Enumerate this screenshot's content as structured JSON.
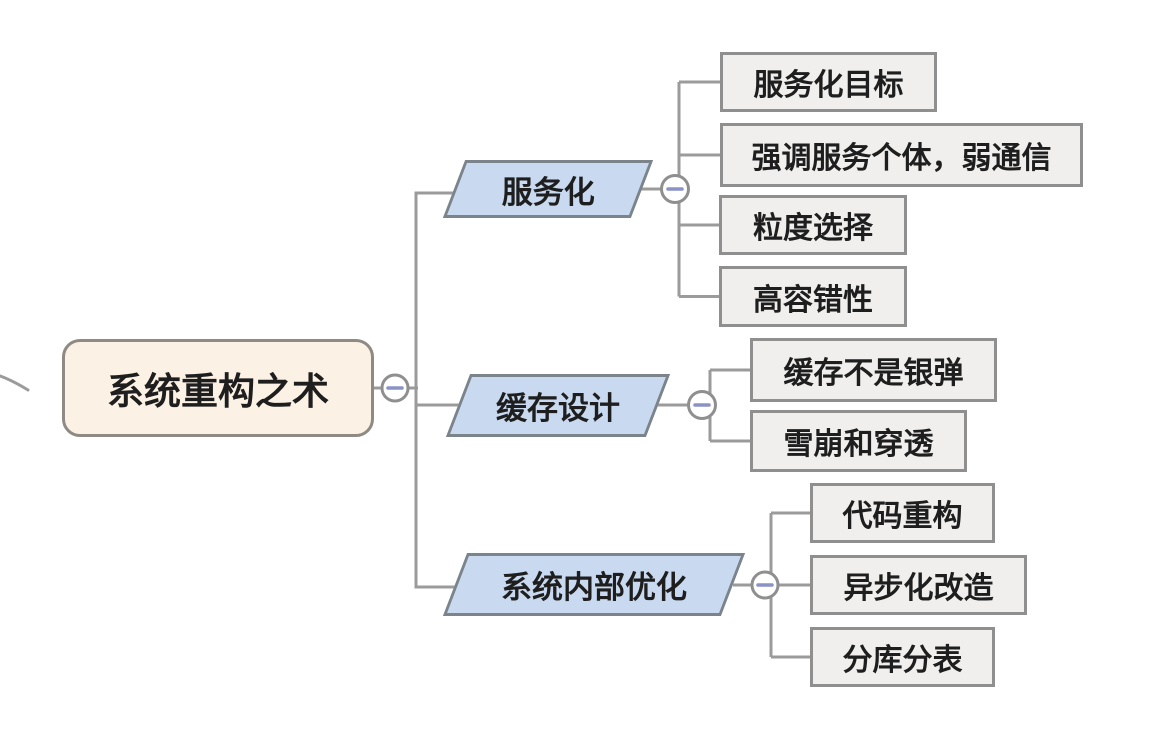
{
  "root": {
    "label": "系统重构之术"
  },
  "branches": [
    {
      "label": "服务化",
      "children": [
        "服务化目标",
        "强调服务个体，弱通信",
        "粒度选择",
        "高容错性"
      ]
    },
    {
      "label": "缓存设计",
      "children": [
        "缓存不是银弹",
        "雪崩和穿透"
      ]
    },
    {
      "label": "系统内部优化",
      "children": [
        "代码重构",
        "异步化改造",
        "分库分表"
      ]
    }
  ],
  "collapse_button": {
    "glyph": "−",
    "state": "expanded"
  },
  "colors": {
    "background": "#ffffff",
    "root_fill": "#fcf1e5",
    "root_border": "#8e8a84",
    "branch_fill": "#c8d9f0",
    "branch_border": "#7b838b",
    "leaf_fill": "#f0efed",
    "leaf_border": "#8f8f8f",
    "connector": "#9b9b9b",
    "minus": "#8a92c6",
    "text": "#1e1e1e"
  }
}
